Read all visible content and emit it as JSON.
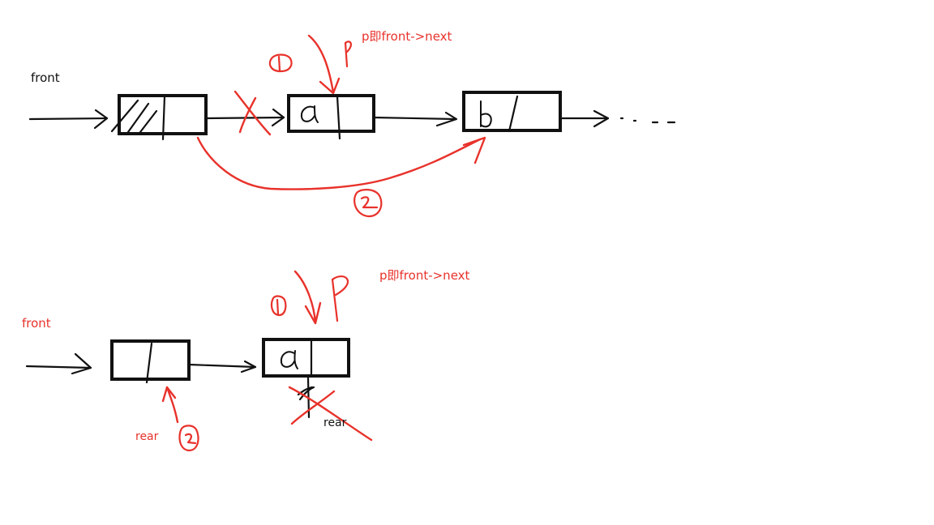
{
  "colors": {
    "ink": "#111111",
    "annotation": "#e8322b"
  },
  "top_diagram": {
    "front_label": "front",
    "pointer_label": "p即front->next",
    "node_a_value": "a",
    "node_b_value": "b",
    "step_one_mark": "1",
    "step_two_mark": "2",
    "p_mark": "P",
    "continuation": ". . . -"
  },
  "bottom_diagram": {
    "front_label": "front",
    "pointer_label": "p即front->next",
    "node_a_value": "a",
    "rear_new_label": "rear",
    "rear_old_label": "rear",
    "step_one_mark": "1",
    "step_two_mark": "2",
    "p_mark": "P"
  }
}
